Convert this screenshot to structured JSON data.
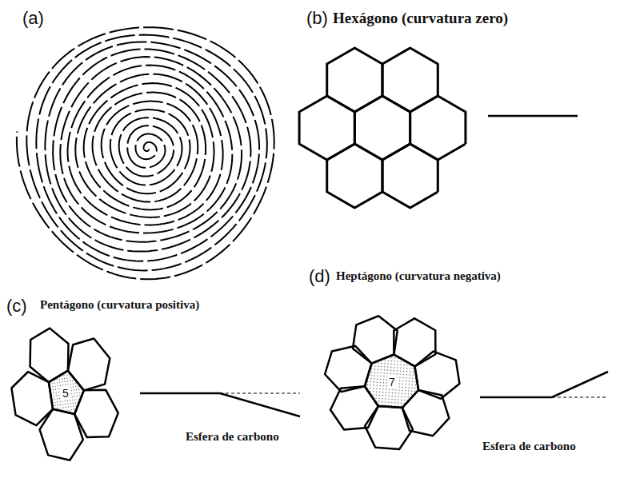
{
  "diagram": {
    "labels": [
      "(a)",
      "(b)",
      "Hexágono (curvatura zero)",
      "(c)",
      "Pentágono (curvatura positiva)",
      "5",
      "Esfera de carbono",
      "(d)",
      "Heptágono (curvatura negativa)",
      "7",
      "Esfera de carbono"
    ]
  }
}
